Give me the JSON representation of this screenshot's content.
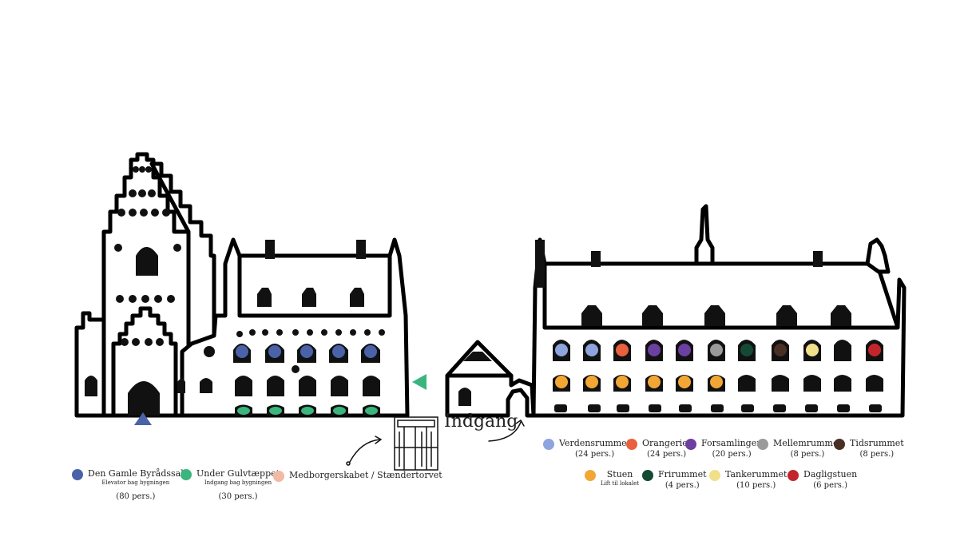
{
  "entrance_label": "Indgang",
  "legend_left": [
    {
      "name": "Den Gamle Byrådssal",
      "note": "Elevator bag bygningen",
      "capacity": "(80 pers.)",
      "color": "#4a62a8"
    },
    {
      "name": "Under Gulvtæppet",
      "note": "Indgang bag bygningen",
      "capacity": "(30 pers.)",
      "color": "#3bb57e"
    },
    {
      "name": "Medborgerskabet / Stændertorvet",
      "note": "",
      "capacity": "",
      "color": "#f2b9a3"
    }
  ],
  "legend_right": [
    {
      "name": "Verdensrummet",
      "note": "",
      "capacity": "(24 pers.)",
      "color": "#8ea4dc"
    },
    {
      "name": "Orangeriet",
      "note": "",
      "capacity": "(24 pers.)",
      "color": "#e9603f"
    },
    {
      "name": "Forsamlingen",
      "note": "",
      "capacity": "(20 pers.)",
      "color": "#6d3fa0"
    },
    {
      "name": "Mellemrummet",
      "note": "",
      "capacity": "(8 pers.)",
      "color": "#9a9a9a"
    },
    {
      "name": "Tidsrummet",
      "note": "",
      "capacity": "(8 pers.)",
      "color": "#4a2f25"
    },
    {
      "name": "Stuen",
      "note": "Lift til lokalet",
      "capacity": "",
      "color": "#f2a734"
    },
    {
      "name": "Frirummet",
      "note": "",
      "capacity": "(4 pers.)",
      "color": "#144a34"
    },
    {
      "name": "Tankerummet",
      "note": "",
      "capacity": "(10 pers.)",
      "color": "#f1e08a"
    },
    {
      "name": "Dagligstuen",
      "note": "",
      "capacity": "(6 pers.)",
      "color": "#c2262c"
    }
  ],
  "markers": {
    "elevator_color": "#4a62a8",
    "entrance_color": "#3bb57e"
  }
}
